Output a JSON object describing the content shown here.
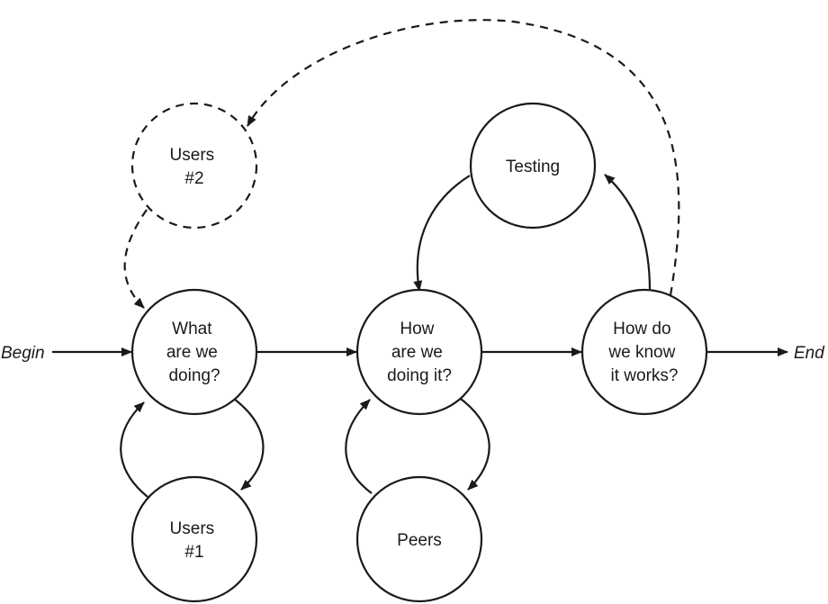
{
  "colors": {
    "stroke": "#1a1a1a",
    "background": "#ffffff"
  },
  "terminals": {
    "begin": "Begin",
    "end": "End"
  },
  "nodes": {
    "what": [
      "What",
      "are we",
      "doing?"
    ],
    "how": [
      "How",
      "are we",
      "doing it?"
    ],
    "know": [
      "How do",
      "we know",
      "it works?"
    ],
    "testing": [
      "Testing"
    ],
    "users1": [
      "Users",
      "#1"
    ],
    "users2": [
      "Users",
      "#2"
    ],
    "peers": [
      "Peers"
    ]
  }
}
